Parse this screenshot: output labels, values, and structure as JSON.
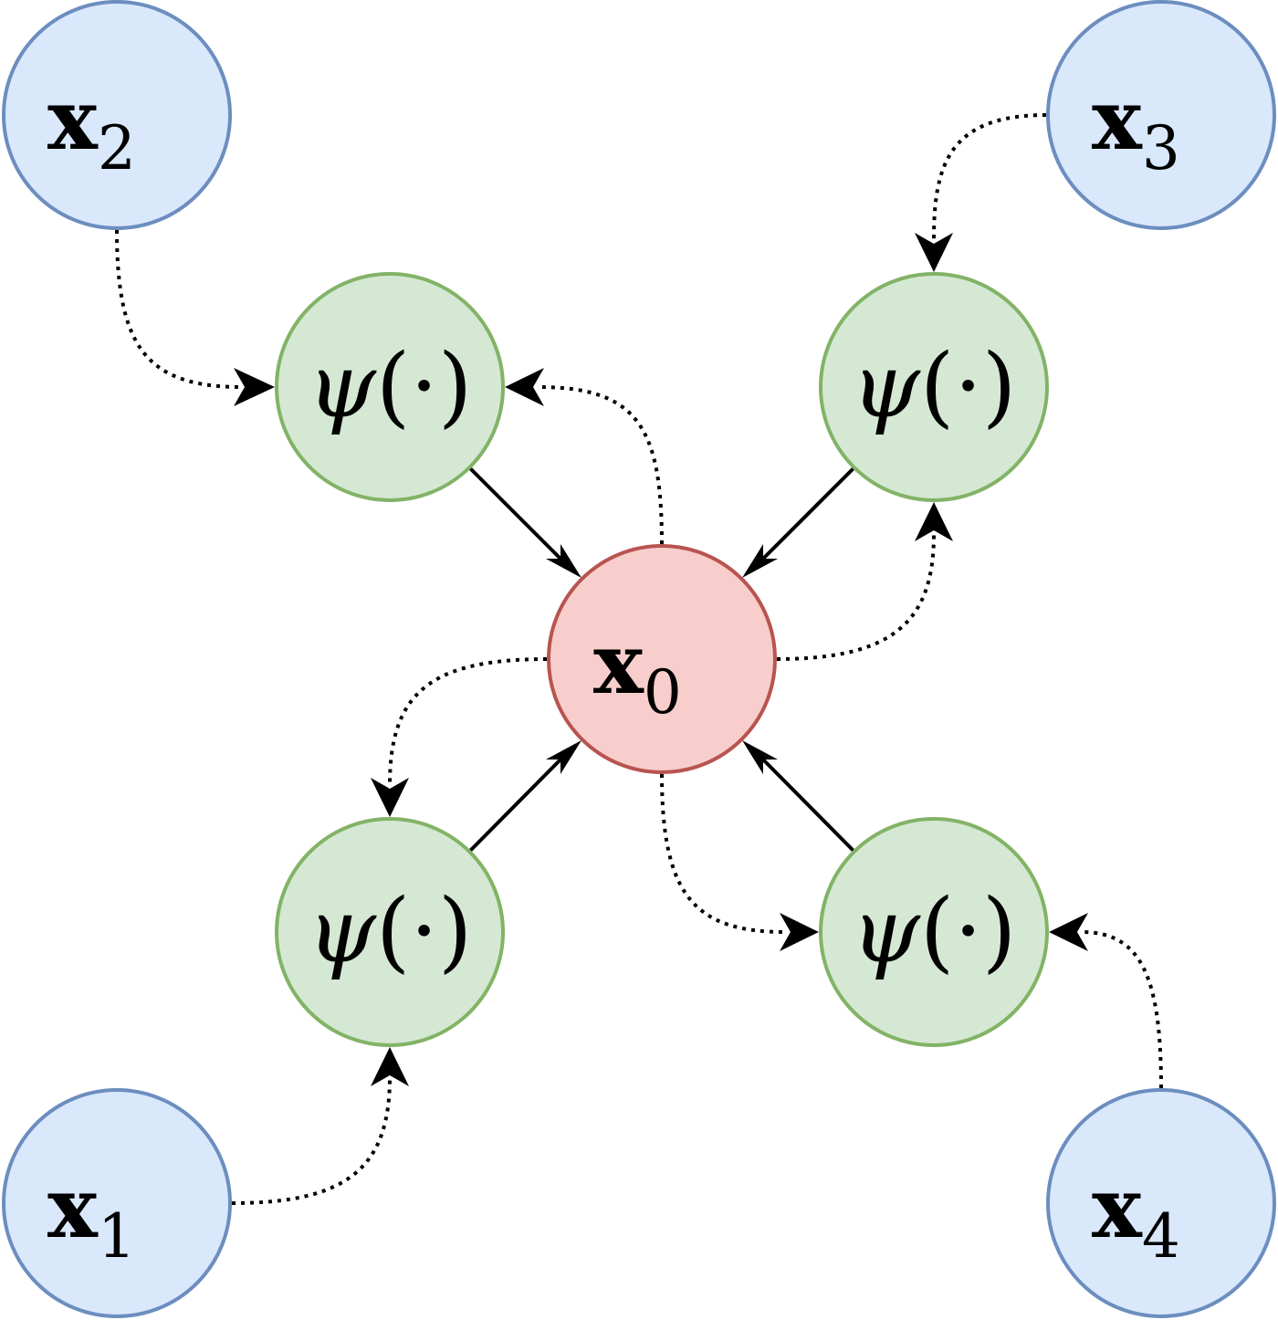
{
  "diagram": {
    "nodes": {
      "x0": {
        "var": "x",
        "sub": "0",
        "role": "center"
      },
      "x1": {
        "var": "x",
        "sub": "1",
        "role": "input"
      },
      "x2": {
        "var": "x",
        "sub": "2",
        "role": "input"
      },
      "x3": {
        "var": "x",
        "sub": "3",
        "role": "input"
      },
      "x4": {
        "var": "x",
        "sub": "4",
        "role": "input"
      },
      "psi_tl": {
        "func": "ψ",
        "arg": "(·)"
      },
      "psi_tr": {
        "func": "ψ",
        "arg": "(·)"
      },
      "psi_bl": {
        "func": "ψ",
        "arg": "(·)"
      },
      "psi_br": {
        "func": "ψ",
        "arg": "(·)"
      }
    },
    "edges": [
      {
        "from": "x2",
        "to": "psi_tl",
        "style": "dotted"
      },
      {
        "from": "x3",
        "to": "psi_tr",
        "style": "dotted"
      },
      {
        "from": "x1",
        "to": "psi_bl",
        "style": "dotted"
      },
      {
        "from": "x4",
        "to": "psi_br",
        "style": "dotted"
      },
      {
        "from": "x0",
        "to": "psi_tl",
        "style": "dotted"
      },
      {
        "from": "x0",
        "to": "psi_tr",
        "style": "dotted"
      },
      {
        "from": "x0",
        "to": "psi_bl",
        "style": "dotted"
      },
      {
        "from": "x0",
        "to": "psi_br",
        "style": "dotted"
      },
      {
        "from": "psi_tl",
        "to": "x0",
        "style": "solid"
      },
      {
        "from": "psi_tr",
        "to": "x0",
        "style": "solid"
      },
      {
        "from": "psi_bl",
        "to": "x0",
        "style": "solid"
      },
      {
        "from": "psi_br",
        "to": "x0",
        "style": "solid"
      }
    ],
    "colors": {
      "input_fill": "#dae8fc",
      "input_stroke": "#6c8ebf",
      "psi_fill": "#d5e8d4",
      "psi_stroke": "#82b366",
      "center_fill": "#f8cecc",
      "center_stroke": "#b85450"
    }
  }
}
